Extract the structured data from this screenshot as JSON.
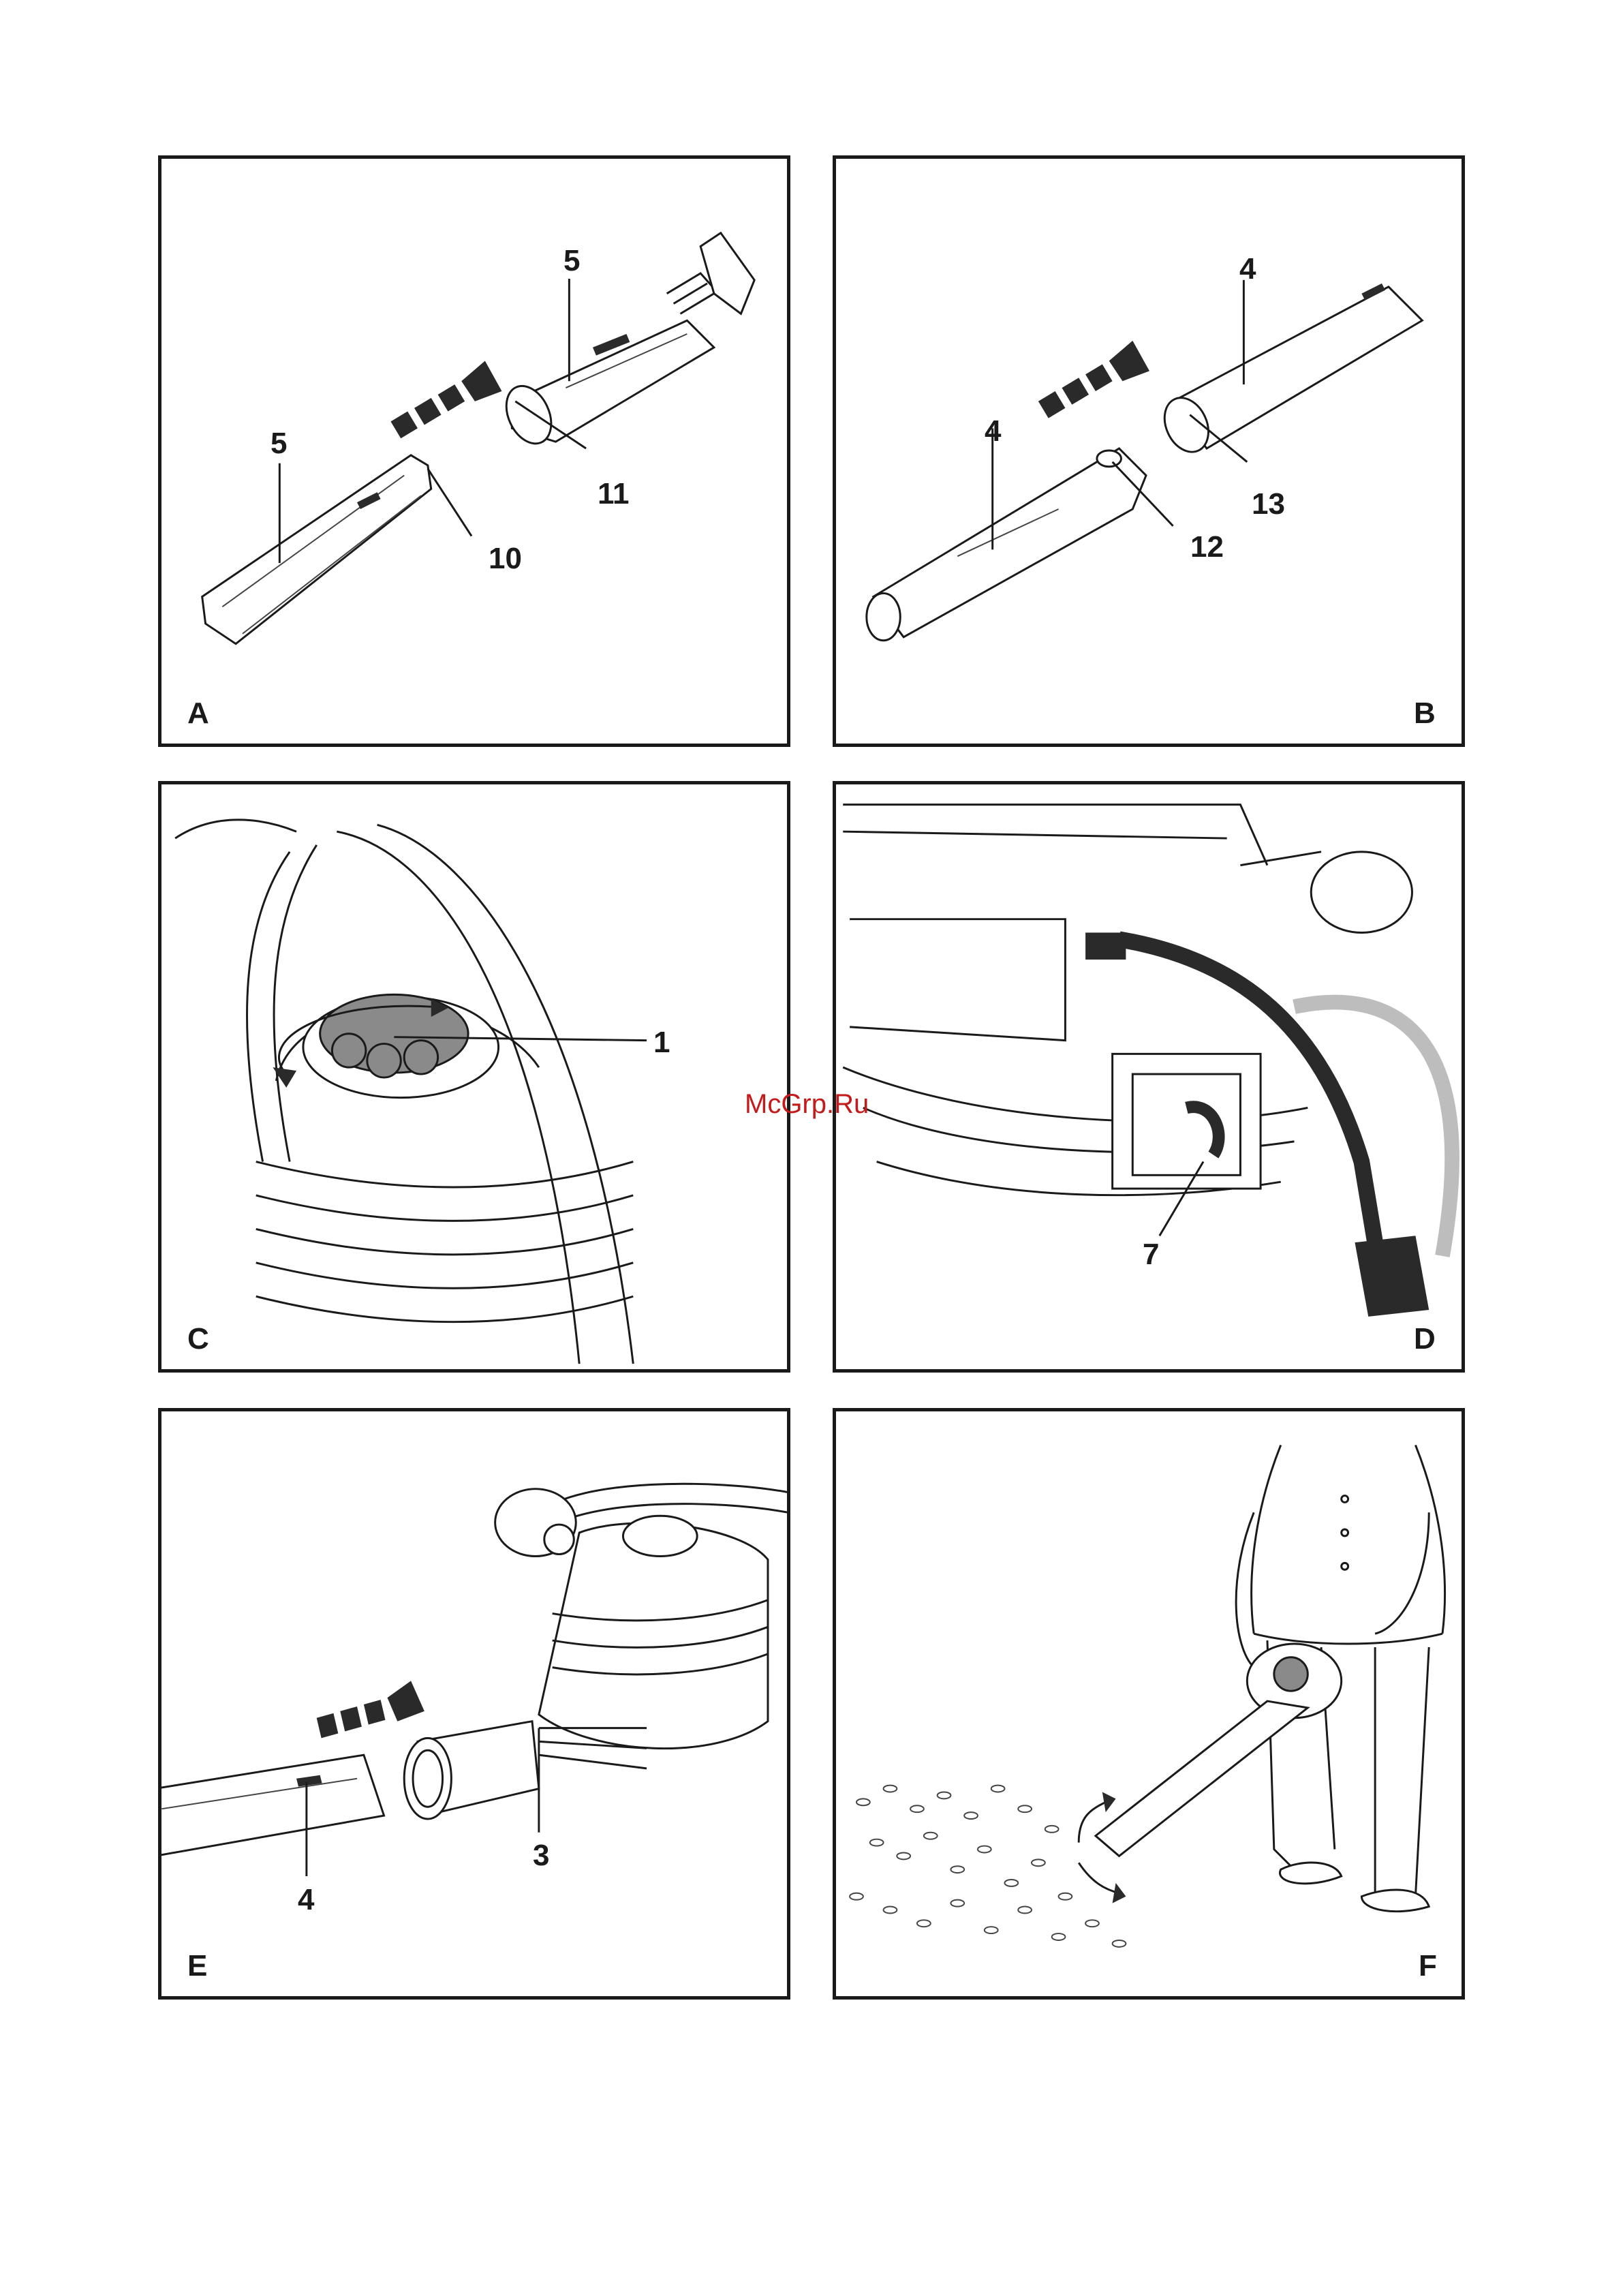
{
  "watermark": "McGrp.Ru",
  "panels": {
    "A": {
      "letter": "A",
      "callouts": [
        "5",
        "11",
        "5",
        "10"
      ]
    },
    "B": {
      "letter": "B",
      "callouts": [
        "4",
        "4",
        "13",
        "12"
      ]
    },
    "C": {
      "letter": "C",
      "callouts": [
        "1"
      ]
    },
    "D": {
      "letter": "D",
      "callouts": [
        "7"
      ]
    },
    "E": {
      "letter": "E",
      "callouts": [
        "3",
        "4"
      ]
    },
    "F": {
      "letter": "F",
      "callouts": []
    }
  }
}
